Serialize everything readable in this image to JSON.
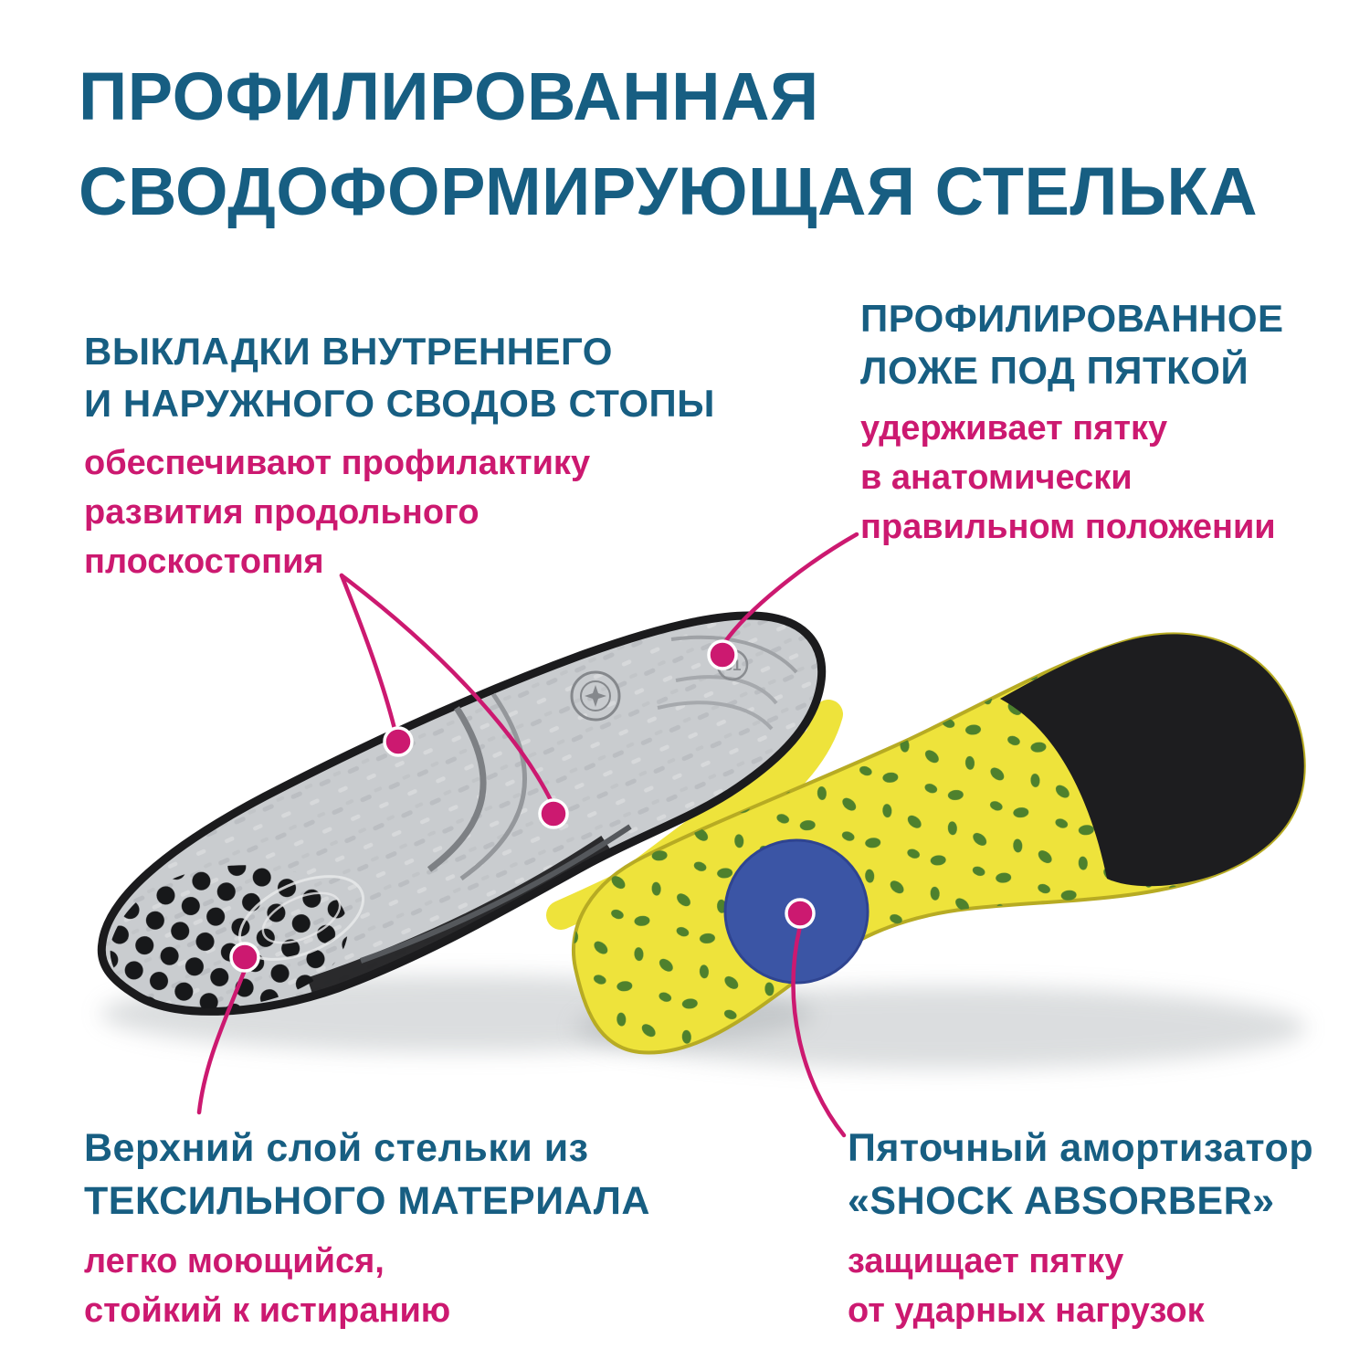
{
  "colors": {
    "heading_blue": "#175e82",
    "accent_magenta": "#cc1970",
    "insole_yellow": "#eee33b",
    "dot_green": "#4e812d",
    "pad_blue": "#3b55a5"
  },
  "title": {
    "line1": "ПРОФИЛИРОВАННАЯ",
    "line2": "СВОДОФОРМИРУЮЩАЯ СТЕЛЬКА"
  },
  "callouts": {
    "arch": {
      "heading_line1": "ВЫКЛАДКИ ВНУТРЕННЕГО",
      "heading_line2": "И НАРУЖНОГО СВОДОВ СТОПЫ",
      "body_line1": "обеспечивают профилактику",
      "body_line2": "развития продольного",
      "body_line3": "плоскостопия"
    },
    "heel_bed": {
      "heading_line1": "ПРОФИЛИРОВАННОЕ",
      "heading_line2": "ЛОЖЕ ПОД ПЯТКОЙ",
      "body_line1": "удерживает пятку",
      "body_line2": "в анатомически",
      "body_line3": "правильном положении"
    },
    "textile": {
      "heading_line1": "Верхний слой стельки из",
      "heading_line2": "ТЕКСИЛЬНОГО МАТЕРИАЛА",
      "body_line1": "легко моющийся,",
      "body_line2": "стойкий к истиранию"
    },
    "shock": {
      "heading_line1": "Пяточный амортизатор",
      "heading_line2": "«SHOCK ABSORBER»",
      "body_line1": "защищает пятку",
      "body_line2": "от ударных нагрузок"
    }
  },
  "product": {
    "size_mark": "31"
  }
}
